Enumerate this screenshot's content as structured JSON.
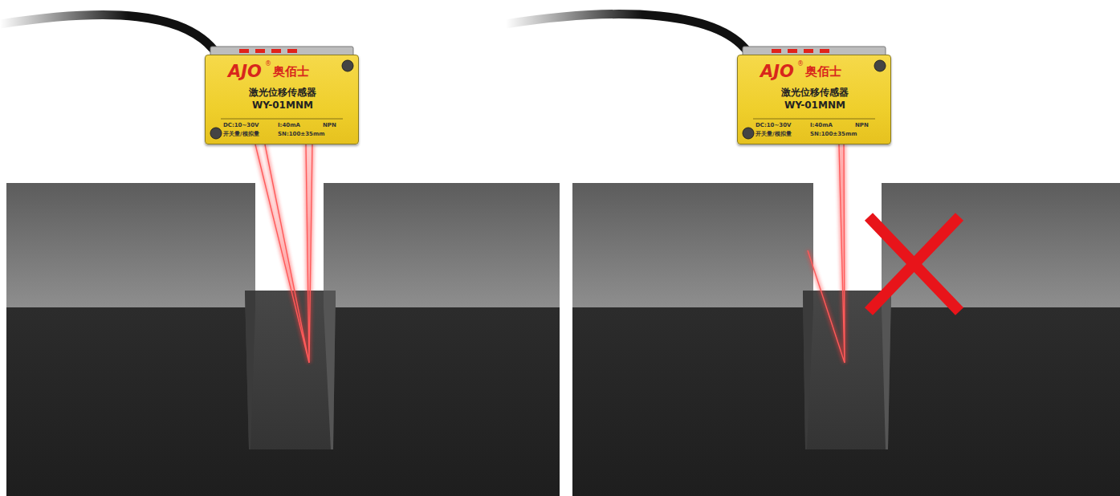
{
  "diagram": {
    "nodes": [
      {
        "text": [
          "AJO",
          "®",
          "奥佰士",
          "激光位移传感器",
          "WY-01MNM",
          "DC:10~30V",
          "I:40mA",
          "NPN",
          "开关量/模拟量",
          "SN:100±35mm"
        ]
      },
      {
        "text": [
          "AJO",
          "®",
          "奥佰士",
          "激光位移传感器",
          "WY-01MNM",
          "DC:10~30V",
          "I:40mA",
          "NPN",
          "开关量/模拟量",
          "SN:100±35mm"
        ]
      }
    ]
  }
}
